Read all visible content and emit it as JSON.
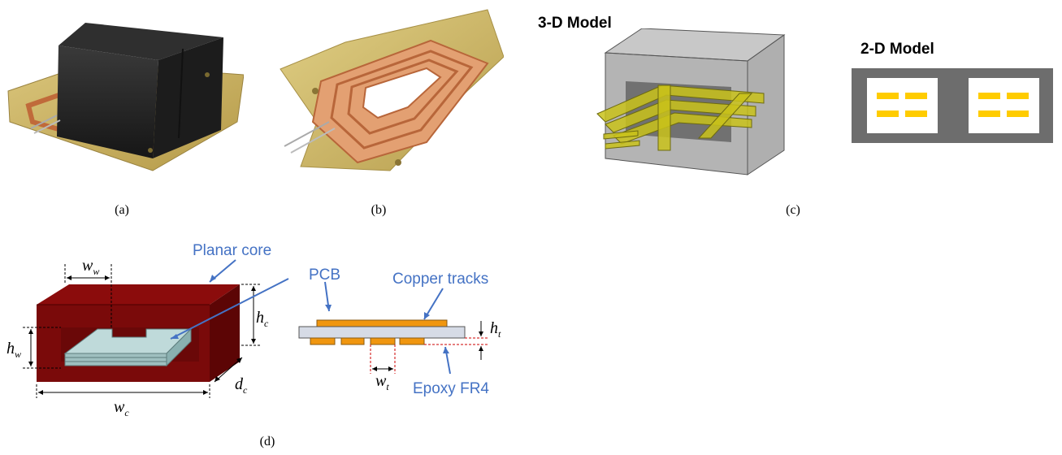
{
  "captions": {
    "a": "(a)",
    "b": "(b)",
    "c": "(c)",
    "d": "(d)"
  },
  "panel_c": {
    "title_3d": "3-D Model",
    "title_2d": "2-D Model"
  },
  "panel_d": {
    "planar_core": "Planar core",
    "pcb": "PCB",
    "copper_tracks": "Copper tracks",
    "epoxy": "Epoxy FR4",
    "symbols": {
      "w_w": {
        "base": "w",
        "sub": "w"
      },
      "h_c": {
        "base": "h",
        "sub": "c"
      },
      "h_w": {
        "base": "h",
        "sub": "w"
      },
      "d_c": {
        "base": "d",
        "sub": "c"
      },
      "w_c": {
        "base": "w",
        "sub": "c"
      },
      "h_t": {
        "base": "h",
        "sub": "t"
      },
      "w_t": {
        "base": "w",
        "sub": "t"
      }
    }
  },
  "colors": {
    "core_red": "#7a0a0a",
    "pcb_teal": "#a8c8c8",
    "copper": "#f0960f",
    "label_blue": "#4472c4",
    "ferrite": "#2b2b2b",
    "fr4": "#c9b46a",
    "model_gray": "#6d6d6d",
    "conductor_yellow": "#ffcc00"
  }
}
